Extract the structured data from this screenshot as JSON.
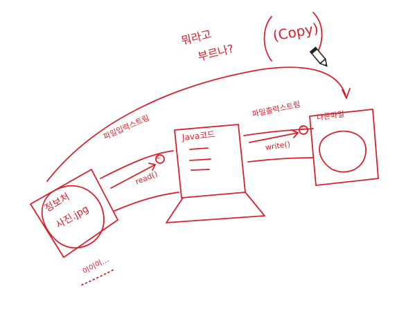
{
  "ink_color": "#d8202a",
  "annotations": {
    "question_line1": "뭐라고",
    "question_line2": "부르나?",
    "copy": "(Copy)",
    "input_stream": "파일입력스트림",
    "read": "read()",
    "java_code": "Java코드",
    "output_stream": "파일출력스트림",
    "write": "write()",
    "other_file": "다른파일",
    "source_file_line1": "정보처",
    "source_file_line2": "사진.jpg",
    "binary_data": "이이이...",
    "step_input": "①",
    "step_output": "①"
  },
  "cursor_icon": "pencil-icon"
}
